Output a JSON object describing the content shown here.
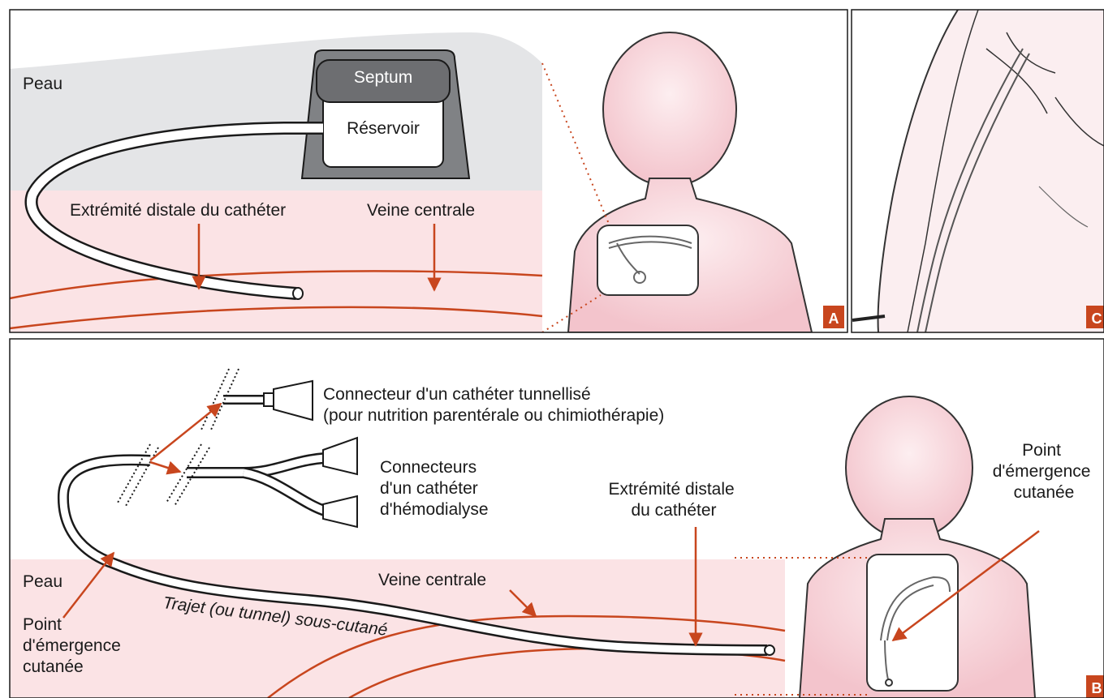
{
  "panel_a": {
    "skin": "Peau",
    "septum": "Septum",
    "reservoir": "Réservoir",
    "tip": "Extrémité distale du cathéter",
    "vein": "Veine centrale",
    "badge": "A"
  },
  "panel_c": {
    "badge": "C"
  },
  "panel_b": {
    "connector_tunnel": [
      "Connecteur d'un cathéter tunnellisé",
      "(pour nutrition parentérale ou chimiothérapie)"
    ],
    "connectors_hemo": [
      "Connecteurs",
      "d'un cathéter",
      "d'hémodialyse"
    ],
    "tip": [
      "Extrémité distale",
      "du cathéter"
    ],
    "exit_right": [
      "Point",
      "d'émergence",
      "cutanée"
    ],
    "skin": "Peau",
    "exit_left": [
      "Point",
      "d'émergence",
      "cutanée"
    ],
    "vein": "Veine centrale",
    "tunnel": "Trajet (ou tunnel) sous-cutané",
    "badge": "B"
  },
  "colors": {
    "skin_grey": "#e4e5e7",
    "tissue_pink": "#fbe3e5",
    "vein_red": "#c8461e",
    "arrow_red": "#c8461e",
    "badge_red": "#c8461e",
    "body_pink": "#f5c7cf"
  }
}
